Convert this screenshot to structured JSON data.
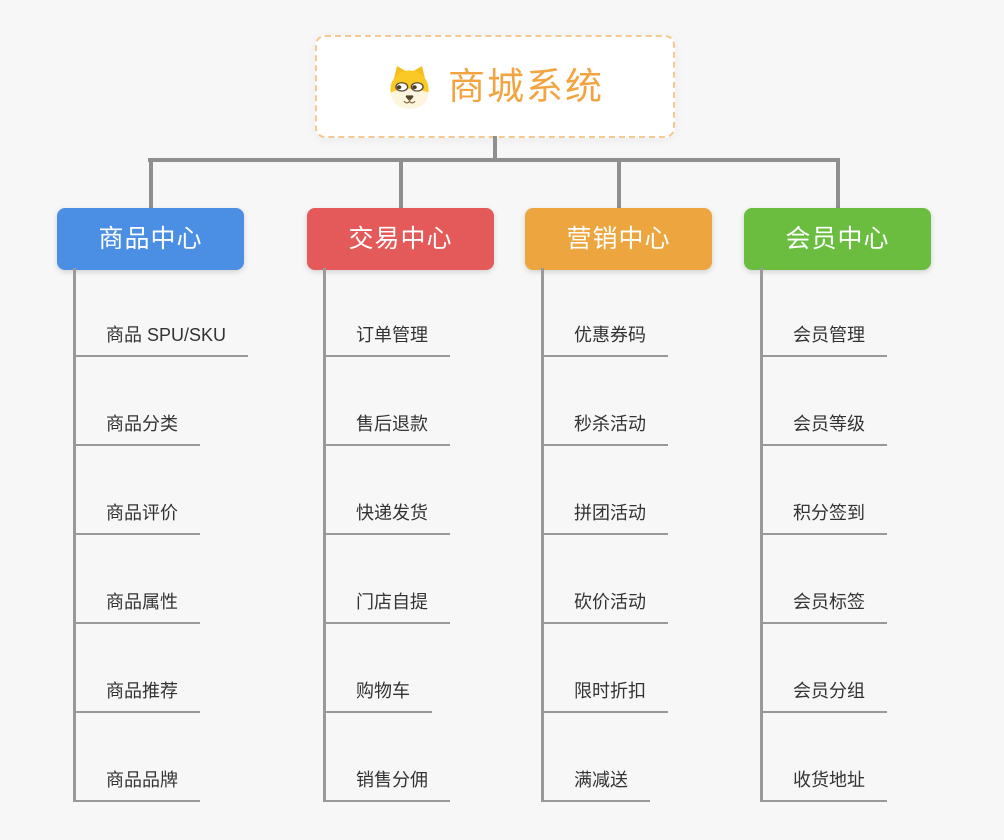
{
  "canvas": {
    "background": "#f7f7f7"
  },
  "root": {
    "label": "商城系统",
    "icon": "dog-face",
    "text_color": "#f2a440",
    "border_color": "#f5c98f"
  },
  "connectors": {
    "main_color": "#8f8f8f",
    "leaf_color": "#999999"
  },
  "branches": [
    {
      "label": "商品中心",
      "color": "#4a8fe4",
      "children": [
        "商品 SPU/SKU",
        "商品分类",
        "商品评价",
        "商品属性",
        "商品推荐",
        "商品品牌"
      ]
    },
    {
      "label": "交易中心",
      "color": "#e45959",
      "children": [
        "订单管理",
        "售后退款",
        "快递发货",
        "门店自提",
        "购物车",
        "销售分佣"
      ]
    },
    {
      "label": "营销中心",
      "color": "#eda63f",
      "children": [
        "优惠券码",
        "秒杀活动",
        "拼团活动",
        "砍价活动",
        "限时折扣",
        "满减送"
      ]
    },
    {
      "label": "会员中心",
      "color": "#6abd3f",
      "children": [
        "会员管理",
        "会员等级",
        "积分签到",
        "会员标签",
        "会员分组",
        "收货地址"
      ]
    }
  ]
}
